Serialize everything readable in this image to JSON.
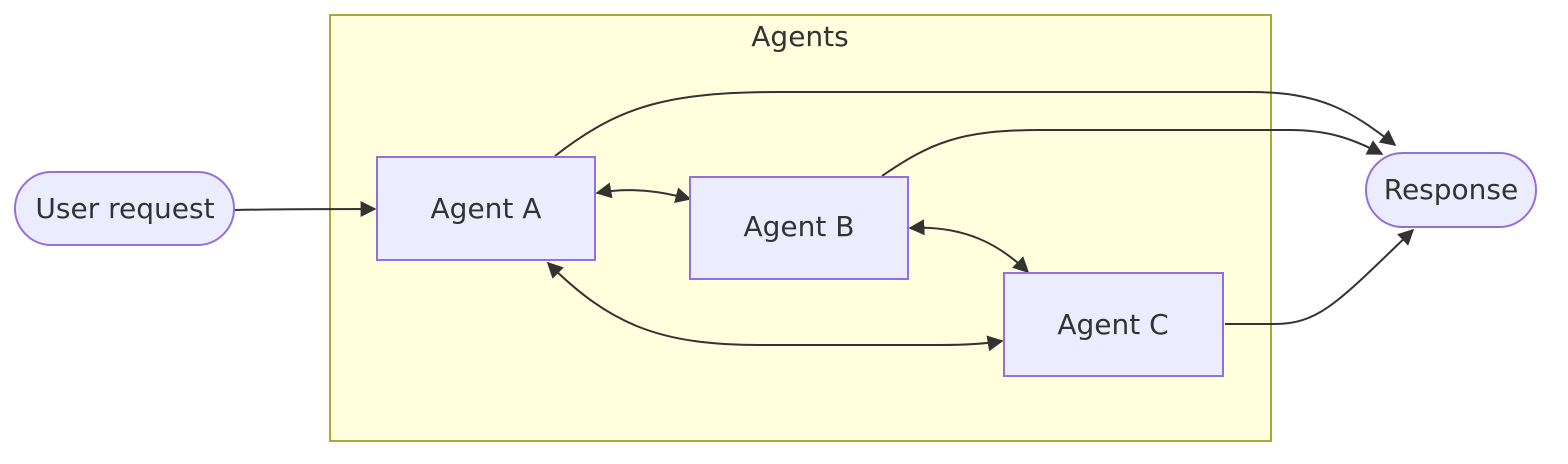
{
  "colors": {
    "node_fill": "#ECECFF",
    "node_stroke": "#9370DB",
    "cluster_fill": "#FFFFDE",
    "cluster_stroke": "#AAAA33",
    "edge": "#333333",
    "text": "#333333"
  },
  "cluster": {
    "title": "Agents"
  },
  "nodes": {
    "user_request": {
      "label": "User request",
      "shape": "stadium"
    },
    "agent_a": {
      "label": "Agent A",
      "shape": "rectangle"
    },
    "agent_b": {
      "label": "Agent B",
      "shape": "rectangle"
    },
    "agent_c": {
      "label": "Agent C",
      "shape": "rectangle"
    },
    "response": {
      "label": "Response",
      "shape": "stadium"
    }
  },
  "edges": [
    {
      "from": "user_request",
      "to": "agent_a",
      "direction": "forward"
    },
    {
      "from": "agent_a",
      "to": "agent_b",
      "direction": "both"
    },
    {
      "from": "agent_b",
      "to": "agent_c",
      "direction": "both"
    },
    {
      "from": "agent_a",
      "to": "agent_c",
      "direction": "both"
    },
    {
      "from": "agent_a",
      "to": "response",
      "direction": "forward"
    },
    {
      "from": "agent_b",
      "to": "response",
      "direction": "forward"
    },
    {
      "from": "agent_c",
      "to": "response",
      "direction": "forward"
    }
  ]
}
